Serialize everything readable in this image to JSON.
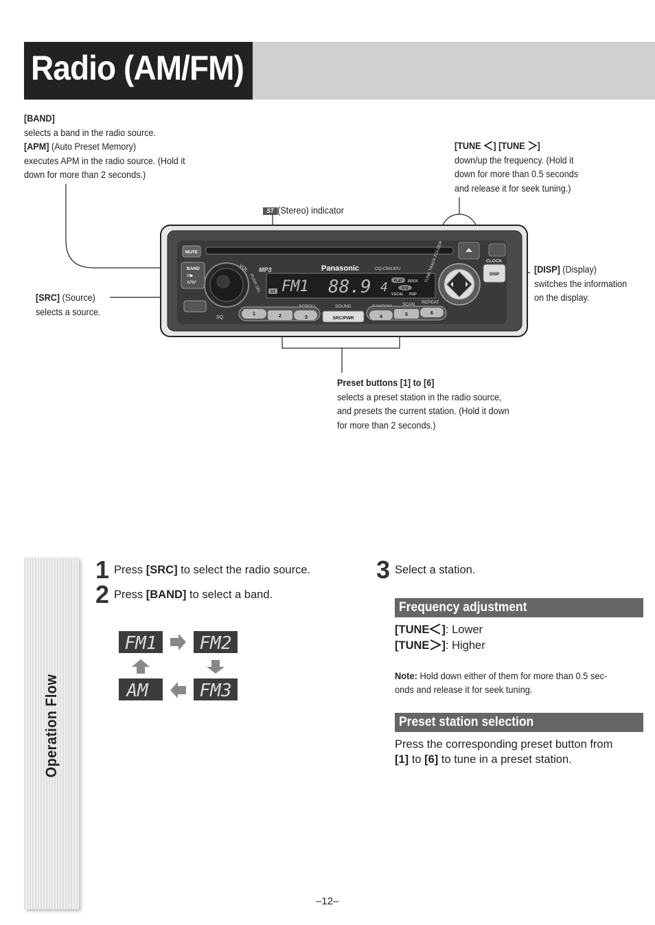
{
  "page": {
    "title": "Radio (AM/FM)",
    "page_number": "–12–"
  },
  "callouts": {
    "band": {
      "key": "[BAND]",
      "desc": "selects a band in the radio source."
    },
    "apm": {
      "key": "[APM]",
      "name": " (Auto Preset Memory)",
      "desc1": "executes APM in the radio source. (Hold it",
      "desc2": "down for more than 2 seconds.)"
    },
    "tune": {
      "key_a": "[TUNE ",
      "key_b": "] [TUNE ",
      "key_c": "]",
      "desc1": "down/up the frequency. (Hold it",
      "desc2": "down for more than 0.5 seconds",
      "desc3": "and release it for seek tuning.)"
    },
    "stereo": {
      "badge": "ST",
      "text": "(Stereo) indicator"
    },
    "disp": {
      "key": "[DISP]",
      "name": " (Display)",
      "desc1": "switches the information",
      "desc2": "on the display."
    },
    "src": {
      "key": "[SRC]",
      "name": " (Source)",
      "desc": "selects a source."
    },
    "preset": {
      "key": "Preset buttons [1] to [6]",
      "desc1": "selects a preset station in the radio source,",
      "desc2": "and presets the current station. (Hold it down",
      "desc3": "for more than 2 seconds.)"
    }
  },
  "device": {
    "brand": "Panasonic",
    "model": "CQ-CM130U",
    "mp3": "MP3",
    "buttons": {
      "mute": "MUTE",
      "band": "BAND",
      "play": "II/▶",
      "apm": "APM",
      "clock": "CLOCK",
      "disp": "DISP",
      "src_pwr": "SRC/PWR",
      "sq": "SQ",
      "vol": "VOL",
      "push_sel": "PUSH SEL",
      "scroll": "SCROLL",
      "sound": "SOUND",
      "random": "RANDOM",
      "scan": "SCAN",
      "repeat": "REPEAT",
      "tune_track": "TUNE TRACK FOLDER",
      "presets": [
        "1",
        "2",
        "3",
        "4",
        "5",
        "6"
      ]
    },
    "display": {
      "band": "FM1",
      "freq": "88.9",
      "preset": "4",
      "st": "ST",
      "flat": "FLAT",
      "rock": "ROCK",
      "sq": "S·Q",
      "vocal": "VOCAL",
      "pop": "POP"
    }
  },
  "sidebar": {
    "label": "Operation Flow"
  },
  "steps": [
    {
      "num": "1",
      "pre": "Press ",
      "key": "[SRC]",
      "post": " to select the radio source."
    },
    {
      "num": "2",
      "pre": "Press ",
      "key": "[BAND]",
      "post": " to select a band."
    },
    {
      "num": "3",
      "text": "Select a station."
    }
  ],
  "band_cycle": [
    "FM1",
    "FM2",
    "FM3",
    "AM"
  ],
  "frequency": {
    "heading": "Frequency adjustment",
    "lower_key_a": "[TUNE",
    "lower_key_b": "]",
    "lower_label": ": Lower",
    "higher_key_a": "[TUNE",
    "higher_key_b": "]",
    "higher_label": ": Higher",
    "note_label": "Note:",
    "note_text1": " Hold down either of them for more than 0.5 sec-",
    "note_text2": "onds and release it for seek tuning."
  },
  "preset_selection": {
    "heading": "Preset station selection",
    "line1": "Press the corresponding preset button from",
    "key1": "[1]",
    "mid": " to ",
    "key2": "[6]",
    "post": " to tune in a preset station."
  }
}
